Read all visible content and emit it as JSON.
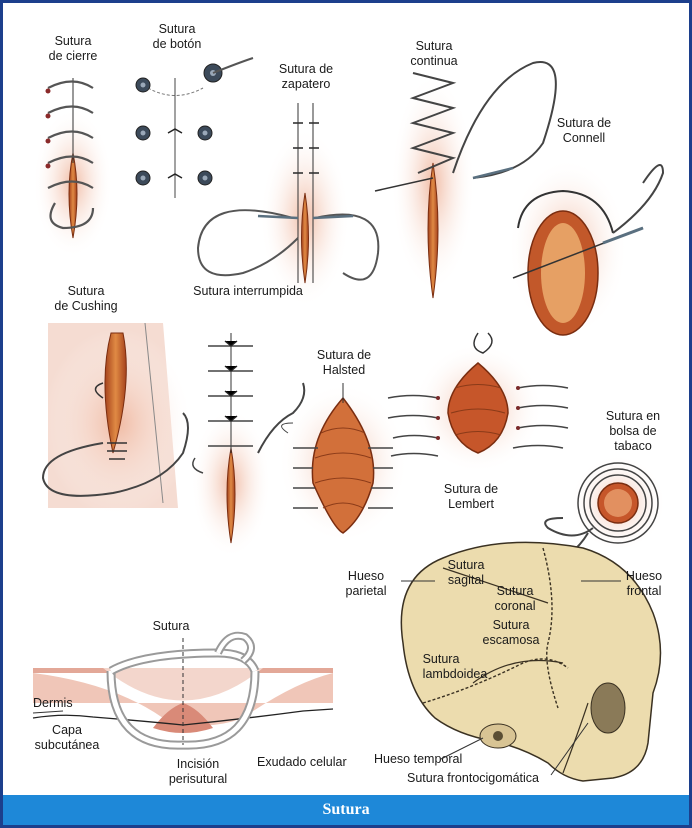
{
  "labels": {
    "cierre": [
      "Sutura",
      "de cierre"
    ],
    "boton": [
      "Sutura",
      "de botón"
    ],
    "zapatero": [
      "Sutura de",
      "zapatero"
    ],
    "continua": [
      "Sutura",
      "continua"
    ],
    "connell": [
      "Sutura de",
      "Connell"
    ],
    "cushing": [
      "Sutura",
      "de Cushing"
    ],
    "interrumpida": "Sutura interrumpida",
    "halsted": [
      "Sutura de",
      "Halsted"
    ],
    "lembert": [
      "Sutura de",
      "Lembert"
    ],
    "bolsa": [
      "Sutura en",
      "bolsa de",
      "tabaco"
    ],
    "sutura_corte": "Sutura",
    "dermis": "Dermis",
    "capa": [
      "Capa",
      "subcutánea"
    ],
    "incision": [
      "Incisión",
      "perisutural"
    ],
    "exudado": "Exudado celular",
    "parietal": [
      "Hueso",
      "parietal"
    ],
    "sagital": [
      "Sutura",
      "sagital"
    ],
    "coronal": [
      "Sutura",
      "coronal"
    ],
    "frontal": [
      "Hueso",
      "frontal"
    ],
    "escamosa": [
      "Sutura",
      "escamosa"
    ],
    "lambdoidea": [
      "Sutura",
      "lambdoidea"
    ],
    "temporal": "Hueso temporal",
    "frontocigomatica": "Sutura frontocigomática"
  },
  "caption": "Sutura",
  "colors": {
    "border": "#1c3f8c",
    "caption_bar": "#1e88d8",
    "wound": "#c8642a",
    "skin_glow": "#f2c6b2",
    "bone": "#ecdcae"
  }
}
